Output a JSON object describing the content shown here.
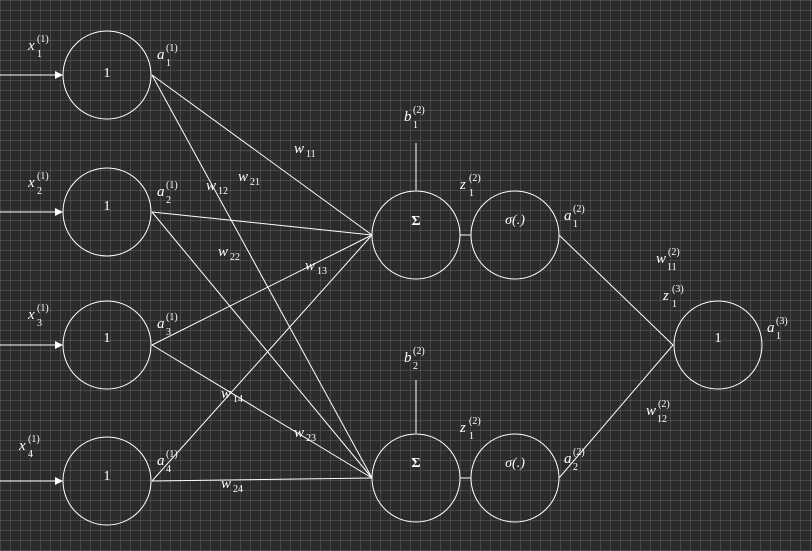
{
  "nodes": {
    "input_1": "1",
    "input_2": "1",
    "input_3": "1",
    "input_4": "1",
    "sum_1": "Σ",
    "sum_2": "Σ",
    "act_1": "σ(.)",
    "act_2": "σ(.)",
    "output_1": "1"
  },
  "labels": {
    "x1": {
      "base": "x",
      "sub": "1",
      "sup": "(1)"
    },
    "x2": {
      "base": "x",
      "sub": "2",
      "sup": "(1)"
    },
    "x3": {
      "base": "x",
      "sub": "3",
      "sup": "(1)"
    },
    "x4": {
      "base": "x",
      "sub": "4",
      "sup": "(1)"
    },
    "a1_1": {
      "base": "a",
      "sub": "1",
      "sup": "(1)"
    },
    "a2_1": {
      "base": "a",
      "sub": "2",
      "sup": "(1)"
    },
    "a3_1": {
      "base": "a",
      "sub": "3",
      "sup": "(1)"
    },
    "a4_1": {
      "base": "a",
      "sub": "4",
      "sup": "(1)"
    },
    "b1_2": {
      "base": "b",
      "sub": "1",
      "sup": "(2)"
    },
    "b2_2": {
      "base": "b",
      "sub": "2",
      "sup": "(2)"
    },
    "z1_2_top": {
      "base": "z",
      "sub": "1",
      "sup": "(2)"
    },
    "z1_2_bottom": {
      "base": "z",
      "sub": "1",
      "sup": "(2)"
    },
    "a1_2": {
      "base": "a",
      "sub": "1",
      "sup": "(2)"
    },
    "a2_2": {
      "base": "a",
      "sub": "2",
      "sup": "(2)"
    },
    "w11_2": {
      "base": "w",
      "sub": "11",
      "sup": "(2)"
    },
    "w12_2": {
      "base": "w",
      "sub": "12",
      "sup": "(2)"
    },
    "z1_3": {
      "base": "z",
      "sub": "1",
      "sup": "(3)"
    },
    "a1_3": {
      "base": "a",
      "sub": "1",
      "sup": "(3)"
    },
    "w11": {
      "base": "w",
      "sub": "11"
    },
    "w12": {
      "base": "w",
      "sub": "12"
    },
    "w21": {
      "base": "w",
      "sub": "21"
    },
    "w22": {
      "base": "w",
      "sub": "22"
    },
    "w13": {
      "base": "w",
      "sub": "13"
    },
    "w14": {
      "base": "w",
      "sub": "14"
    },
    "w23": {
      "base": "w",
      "sub": "23"
    },
    "w24": {
      "base": "w",
      "sub": "24"
    }
  }
}
